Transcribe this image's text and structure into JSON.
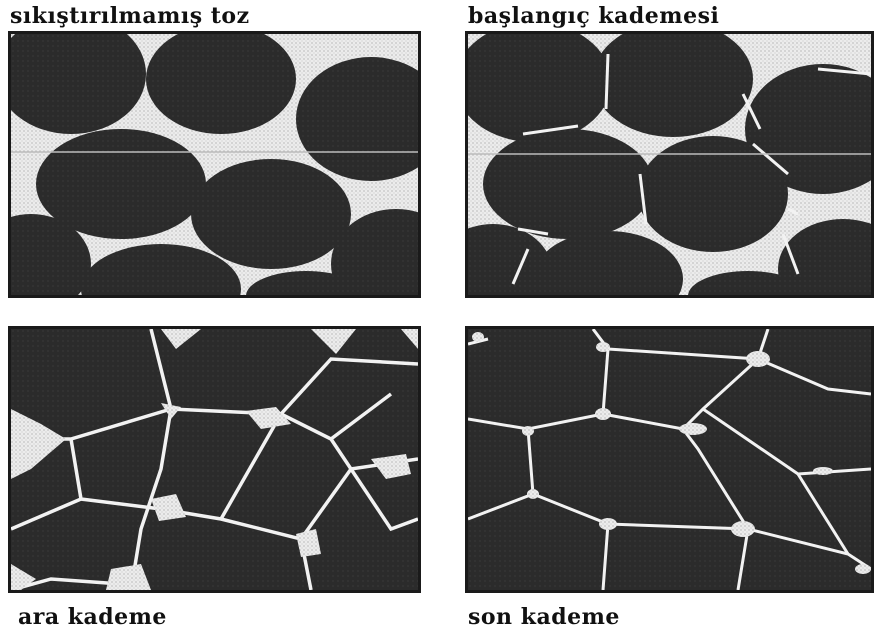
{
  "labels": {
    "top_left": "sıkıştırılmamış toz",
    "top_right": "başlangıç kademesi",
    "bottom_left": "ara kademe",
    "bottom_right": "son kademe"
  },
  "colors": {
    "particle": "#2a2a2a",
    "pore": "#e9e9e9",
    "grain_boundary": "#f2f2f2",
    "frame": "#1a1a1a"
  }
}
